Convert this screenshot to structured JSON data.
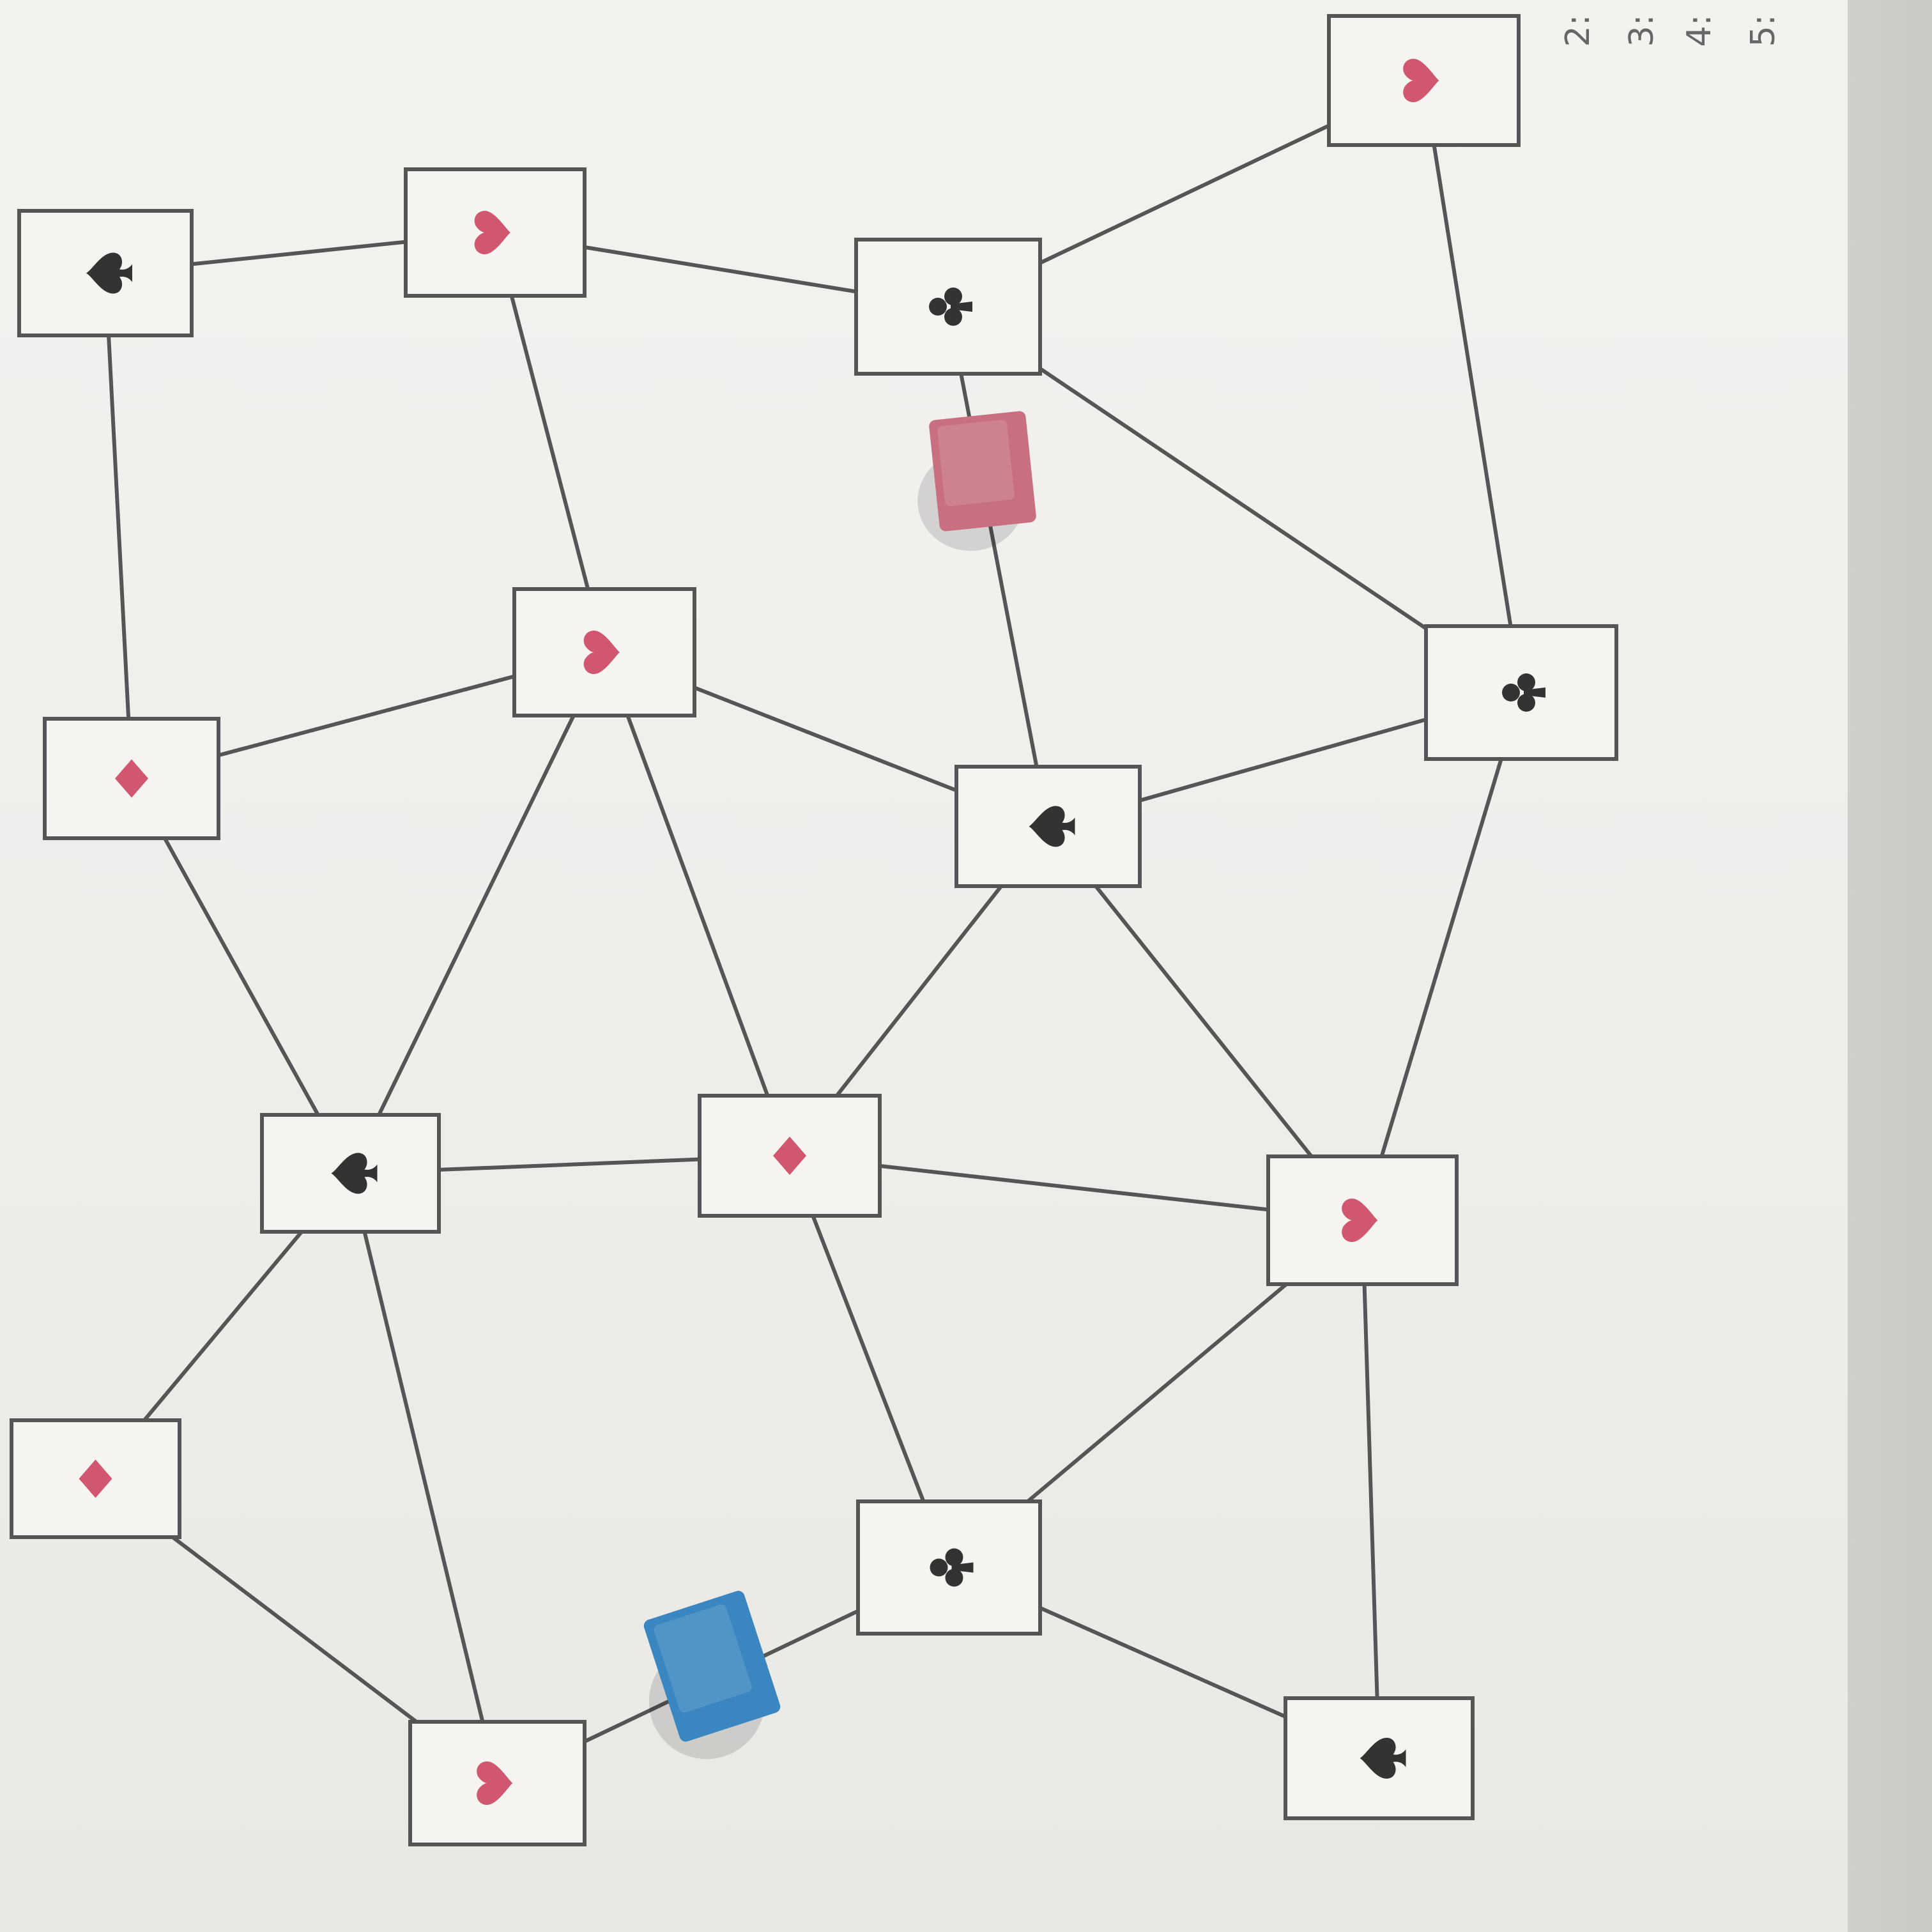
{
  "board": {
    "score_track": [
      "2:",
      "3:",
      "4:",
      "5:"
    ],
    "colors": {
      "red_suit": "#d0576f",
      "black_suit": "#333333",
      "line": "#555555",
      "red_cube": "#c8707f",
      "blue_cube": "#3a86c0"
    },
    "nodes": [
      {
        "id": "n1",
        "suit": "spade"
      },
      {
        "id": "n2",
        "suit": "heart"
      },
      {
        "id": "n3",
        "suit": "club"
      },
      {
        "id": "n4",
        "suit": "heart"
      },
      {
        "id": "n5",
        "suit": "diamond"
      },
      {
        "id": "n6",
        "suit": "heart"
      },
      {
        "id": "n7",
        "suit": "club"
      },
      {
        "id": "n8",
        "suit": "spade"
      },
      {
        "id": "n9",
        "suit": "spade"
      },
      {
        "id": "n10",
        "suit": "diamond"
      },
      {
        "id": "n11",
        "suit": "heart"
      },
      {
        "id": "n12",
        "suit": "diamond"
      },
      {
        "id": "n13",
        "suit": "club"
      },
      {
        "id": "n14",
        "suit": "heart"
      },
      {
        "id": "n15",
        "suit": "spade"
      }
    ],
    "edges": [
      [
        "n1",
        "n2"
      ],
      [
        "n1",
        "n5"
      ],
      [
        "n2",
        "n3"
      ],
      [
        "n2",
        "n6"
      ],
      [
        "n3",
        "n4"
      ],
      [
        "n3",
        "n7"
      ],
      [
        "n3",
        "n8"
      ],
      [
        "n4",
        "n7"
      ],
      [
        "n5",
        "n6"
      ],
      [
        "n5",
        "n9"
      ],
      [
        "n6",
        "n9"
      ],
      [
        "n6",
        "n8"
      ],
      [
        "n6",
        "n10"
      ],
      [
        "n8",
        "n7"
      ],
      [
        "n8",
        "n10"
      ],
      [
        "n8",
        "n11"
      ],
      [
        "n7",
        "n11"
      ],
      [
        "n9",
        "n10"
      ],
      [
        "n9",
        "n12"
      ],
      [
        "n9",
        "n14"
      ],
      [
        "n10",
        "n11"
      ],
      [
        "n10",
        "n13"
      ],
      [
        "n11",
        "n13"
      ],
      [
        "n11",
        "n15"
      ],
      [
        "n12",
        "n14"
      ],
      [
        "n13",
        "n14"
      ],
      [
        "n13",
        "n15"
      ]
    ],
    "pieces": [
      {
        "id": "red-cube",
        "color": "red"
      },
      {
        "id": "blue-cube",
        "color": "blue"
      }
    ]
  }
}
